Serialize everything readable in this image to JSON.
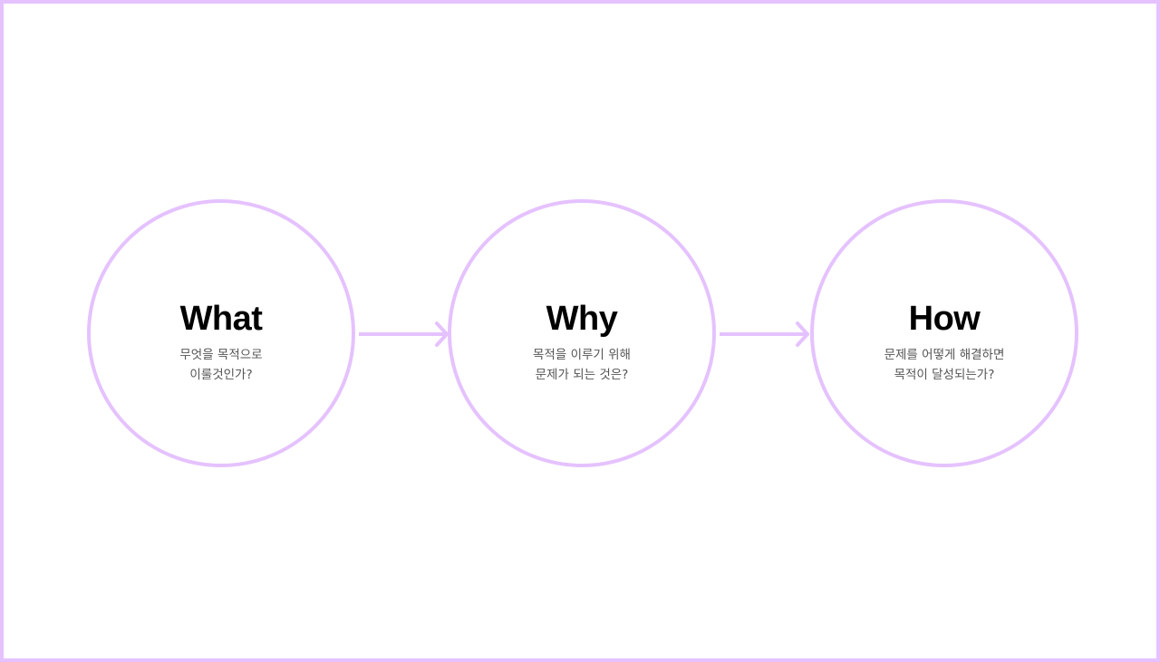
{
  "colors": {
    "accent": "#e5c2ff",
    "title": "#000000",
    "description": "#555555",
    "background": "#ffffff"
  },
  "steps": [
    {
      "title": "What",
      "lines": [
        "무엇을 목적으로",
        "이룰것인가?"
      ]
    },
    {
      "title": "Why",
      "lines": [
        "목적을 이루기 위해",
        "문제가 되는 것은?"
      ]
    },
    {
      "title": "How",
      "lines": [
        "문제를 어떻게 해결하면",
        "목적이 달성되는가?"
      ]
    }
  ],
  "connectors": [
    "arrow-right-icon",
    "arrow-right-icon"
  ]
}
